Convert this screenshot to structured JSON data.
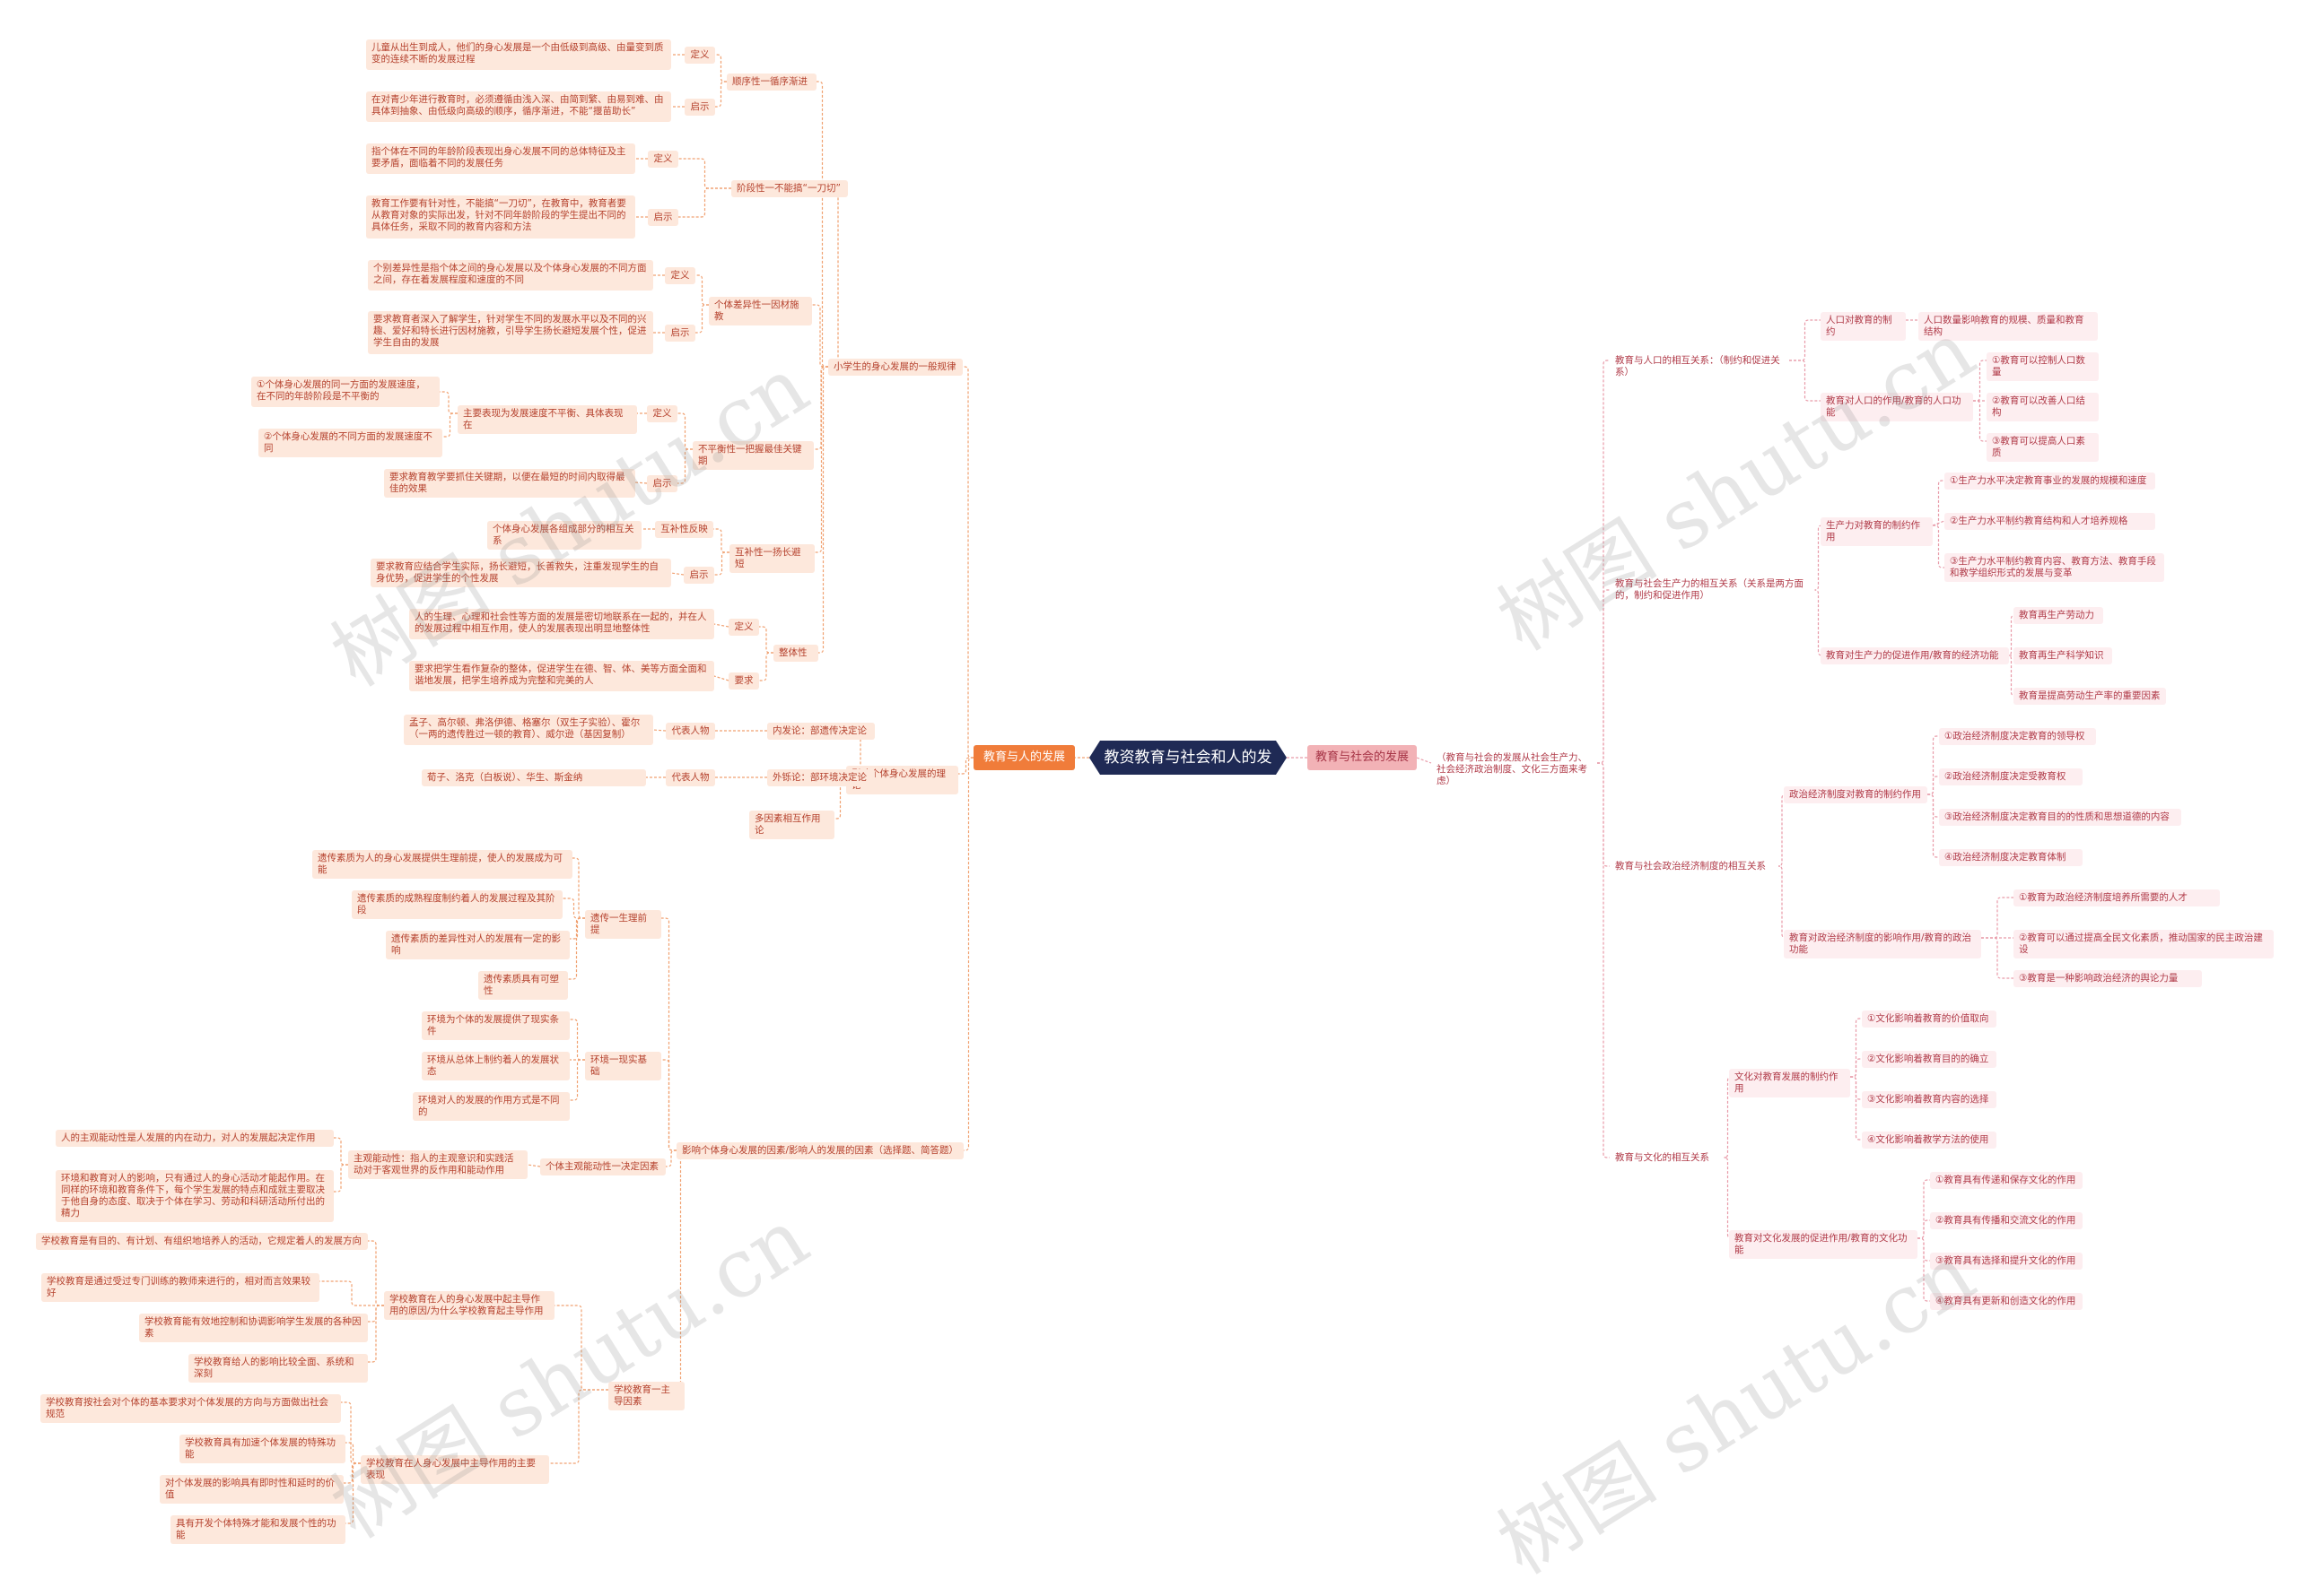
{
  "watermark": "树图 shutu.cn",
  "colors": {
    "left_line": "#f0a070",
    "right_line": "#e89aa8",
    "root": "#1f2a55"
  },
  "root": "教资教育与社会和人的发展",
  "left": {
    "label": "教育与人的发展"
  },
  "right": {
    "label": "教育与社会的发展",
    "note": "（教育与社会的发展从社会生产力、社会经济政治制度、文化三方面来考虑）"
  },
  "laws": {
    "label": "小学生的身心发展的一般规律",
    "seq": {
      "label": "顺序性一循序渐进",
      "def_tag": "定义",
      "def": "儿童从出生到成人，他们的身心发展是一个由低级到高级、由量变到质变的连续不断的发展过程",
      "ins_tag": "启示",
      "ins": "在对青少年进行教育时，必须遵循由浅入深、由简到繁、由易到难、由具体到抽象、由低级向高级的顺序，循序渐进，不能“揠苗助长”"
    },
    "stage": {
      "label": "阶段性一不能搞“一刀切”",
      "def_tag": "定义",
      "def": "指个体在不同的年龄阶段表现出身心发展不同的总体特征及主要矛盾，面临着不同的发展任务",
      "ins_tag": "启示",
      "ins": "教育工作要有针对性，不能搞“一刀切”，在教育中，教育者要从教育对象的实际出发，针对不同年龄阶段的学生提出不同的具体任务，采取不同的教育内容和方法"
    },
    "indiv": {
      "label": "个体差异性一因材施教",
      "def_tag": "定义",
      "def": "个别差异性是指个体之间的身心发展以及个体身心发展的不同方面之间，存在着发展程度和速度的不同",
      "ins_tag": "启示",
      "ins": "要求教育者深入了解学生，针对学生不同的发展水平以及不同的兴趣、爱好和特长进行因材施教，引导学生扬长避短发展个性，促进学生自由的发展"
    },
    "uneven": {
      "label": "不平衡性一把握最佳关键期",
      "def_tag": "定义",
      "main": "主要表现为发展速度不平衡、具体表现在",
      "p1": "①个体身心发展的同一方面的发展速度，在不同的年龄阶段是不平衡的",
      "p2": "②个体身心发展的不同方面的发展速度不同",
      "ins_tag": "启示",
      "ins": "要求教育教学要抓住关键期，以便在最短的时间内取得最佳的效果"
    },
    "comp": {
      "label": "互补性一扬长避短",
      "tag1": "互补性反映",
      "t1": "个体身心发展各组成部分的相互关系",
      "ins_tag": "启示",
      "ins": "要求教育应结合学生实际，扬长避短，长善救失，注重发现学生的自身优势，促进学生的个性发展"
    },
    "whole": {
      "label": "整体性",
      "def_tag": "定义",
      "def": "人的生理、心理和社会性等方面的发展是密切地联系在一起的，并在人的发展过程中相互作用，使人的发展表现出明显地整体性",
      "req_tag": "要求",
      "req": "要求把学生看作复杂的整体，促进学生在德、智、体、美等方面全面和谐地发展，把学生培养成为完整和完美的人"
    }
  },
  "theory": {
    "label": "影响个体身心发展的理论",
    "inner": {
      "label": "内发论：部遗传决定论",
      "rep_tag": "代表人物",
      "rep": "孟子、高尔顿、弗洛伊德、格塞尔（双生子实验）、霍尔（一两的遗传胜过一顿的教育）、威尔逊（基因复制）"
    },
    "outer": {
      "label": "外铄论：部环境决定论",
      "rep_tag": "代表人物",
      "rep": "荀子、洛克（白板说）、华生、斯金纳"
    },
    "multi": "多因素相互作用论"
  },
  "factors": {
    "label": "影响个体身心发展的因素/影响人的发展的因素（选择题、简答题）",
    "heredity": {
      "label": "遗传一生理前提",
      "items": [
        "遗传素质为人的身心发展提供生理前提，使人的发展成为可能",
        "遗传素质的成熟程度制约着人的发展过程及其阶段",
        "遗传素质的差异性对人的发展有一定的影响",
        "遗传素质具有可塑性"
      ]
    },
    "env": {
      "label": "环境一现实基础",
      "items": [
        "环境为个体的发展提供了现实条件",
        "环境从总体上制约着人的发展状态",
        "环境对人的发展的作用方式是不同的"
      ]
    },
    "subj": {
      "label": "个体主观能动性一决定因素",
      "main": "主观能动性：指人的主观意识和实践活动对于客观世界的反作用和能动作用",
      "items": [
        "人的主观能动性是人发展的内在动力，对人的发展起决定作用",
        "环境和教育对人的影响，只有通过人的身心活动才能起作用。在同样的环境和教育条件下，每个学生发展的特点和成就主要取决于他自身的态度、取决于个体在学习、劳动和科研活动所付出的精力"
      ]
    },
    "school": {
      "label": "学校教育一主导因素",
      "why": "学校教育在人的身心发展中起主导作用的原因/为什么学校教育起主导作用",
      "why_items": [
        "学校教育是有目的、有计划、有组织地培养人的活动，它规定着人的发展方向",
        "学校教育是通过受过专门训练的教师来进行的，相对而言效果较好",
        "学校教育能有效地控制和协调影响学生发展的各种因素",
        "学校教育给人的影响比较全面、系统和深刻"
      ],
      "how": "学校教育在人身心发展中主导作用的主要表现",
      "how_items": [
        "学校教育按社会对个体的基本要求对个体发展的方向与方面做出社会规范",
        "学校教育具有加速个体发展的特殊功能",
        "对个体发展的影响具有即时性和延时的价值",
        "具有开发个体特殊才能和发展个性的功能"
      ]
    }
  },
  "population": {
    "label": "教育与人口的相互关系：（制约和促进关系）",
    "a": "人口对教育的制约",
    "a1": "人口数量影响教育的规模、质量和教育结构",
    "b": "教育对人口的作用/教育的人口功能",
    "b_items": [
      "①教育可以控制人口数量",
      "②教育可以改善人口结构",
      "③教育可以提高人口素质"
    ]
  },
  "productivity": {
    "label": "教育与社会生产力的相互关系（关系是两方面的，制约和促进作用）",
    "a": "生产力对教育的制约作用",
    "a_items": [
      "①生产力水平决定教育事业的发展的规模和速度",
      "②生产力水平制约教育结构和人才培养规格",
      "③生产力水平制约教育内容、教育方法、教育手段和教学组织形式的发展与变革"
    ],
    "b": "教育对生产力的促进作用/教育的经济功能",
    "b_items": [
      "教育再生产劳动力",
      "教育再生产科学知识",
      "教育是提高劳动生产率的重要因素"
    ]
  },
  "politics": {
    "label": "教育与社会政治经济制度的相互关系",
    "a": "政治经济制度对教育的制约作用",
    "a_items": [
      "①政治经济制度决定教育的领导权",
      "②政治经济制度决定受教育权",
      "③政治经济制度决定教育目的的性质和思想道德的内容",
      "④政治经济制度决定教育体制"
    ],
    "b": "教育对政治经济制度的影响作用/教育的政治功能",
    "b_items": [
      "①教育为政治经济制度培养所需要的人才",
      "②教育可以通过提高全民文化素质，推动国家的民主政治建设",
      "③教育是一种影响政治经济的舆论力量"
    ]
  },
  "culture": {
    "label": "教育与文化的相互关系",
    "a": "文化对教育发展的制约作用",
    "a_items": [
      "①文化影响着教育的价值取向",
      "②文化影响着教育目的的确立",
      "③文化影响着教育内容的选择",
      "④文化影响着教学方法的使用"
    ],
    "b": "教育对文化发展的促进作用/教育的文化功能",
    "b_items": [
      "①教育具有传递和保存文化的作用",
      "②教育具有传播和交流文化的作用",
      "③教育具有选择和提升文化的作用",
      "④教育具有更新和创造文化的作用"
    ]
  }
}
